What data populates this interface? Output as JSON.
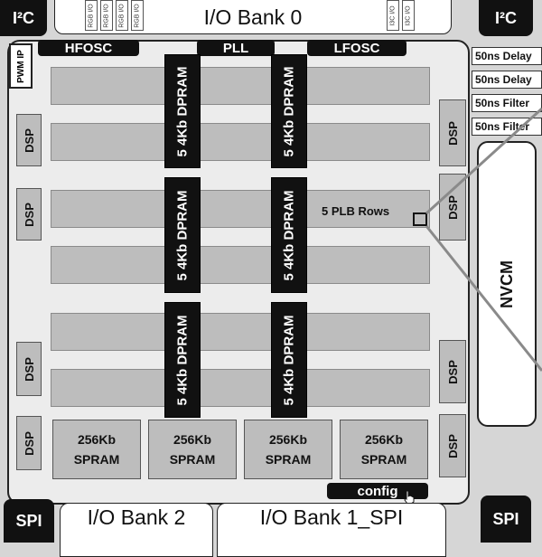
{
  "top": {
    "io_bank_0": "I/O Bank 0",
    "i2c_left": "I²C",
    "i2c_right": "I²C",
    "rgb_pins": [
      "RGB I/O",
      "RGB I/O",
      "RGB I/O",
      "RGB I/O"
    ],
    "i3c_pins": [
      "I3C I/O",
      "I3C I/O"
    ]
  },
  "clocks": {
    "hfosc": "HFOSC",
    "pll": "PLL",
    "lfosc": "LFOSC",
    "pwm_ip": "PWM IP"
  },
  "dsp_label": "DSP",
  "dpram_label": "5 4Kb DPRAM",
  "plb_label": "5 PLB Rows",
  "spram": [
    {
      "line1": "256Kb",
      "line2": "SPRAM"
    },
    {
      "line1": "256Kb",
      "line2": "SPRAM"
    },
    {
      "line1": "256Kb",
      "line2": "SPRAM"
    },
    {
      "line1": "256Kb",
      "line2": "SPRAM"
    }
  ],
  "config": "config",
  "nvcm": "NVCM",
  "side_blocks": [
    "50ns Delay",
    "50ns Delay",
    "50ns Filter",
    "50ns Filter"
  ],
  "bottom": {
    "spi_left": "SPI",
    "spi_right": "SPI",
    "io_bank_2": "I/O Bank 2",
    "io_bank_1": "I/O Bank 1_SPI"
  }
}
